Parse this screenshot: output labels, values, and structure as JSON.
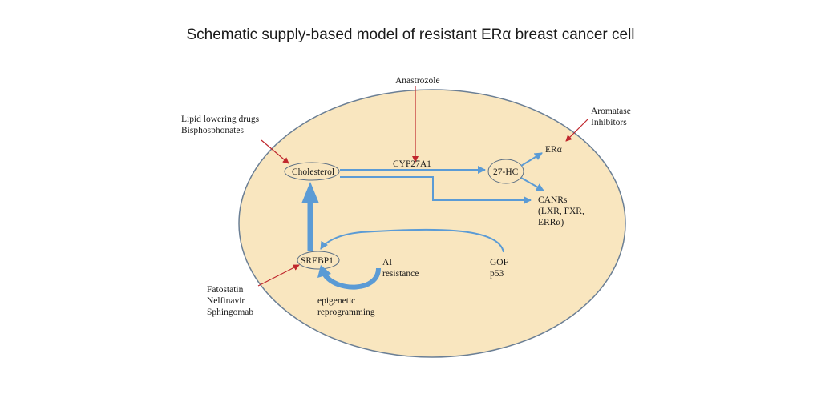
{
  "title": "Schematic supply-based model of resistant ERα breast cancer cell",
  "nodes": {
    "cholesterol": "Cholesterol",
    "hc27": "27-HC",
    "srebp1": "SREBP1"
  },
  "labels": {
    "anastrozole": "Anastrozole",
    "lipid_drugs": [
      "Lipid lowering drugs",
      "Bisphosphonates"
    ],
    "aromatase": [
      "Aromatase",
      "Inhibitors"
    ],
    "cyp27a1": "CYP27A1",
    "era": "ERα",
    "canrs": [
      "CANRs",
      "(LXR, FXR,",
      "ERRα)"
    ],
    "ai_resistance": [
      "AI",
      "resistance"
    ],
    "gof": [
      "GOF",
      "p53"
    ],
    "srebp_inhibitors": [
      "Fatostatin",
      "Nelfinavir",
      "Sphingomab"
    ],
    "epigenetic": [
      "epigenetic",
      "reprogramming"
    ]
  },
  "colors": {
    "cell_fill": "#f9e6bf",
    "cell_stroke": "#6b7f95",
    "flow_blue": "#5b9bd5",
    "inhibit_red": "#c0272d"
  }
}
